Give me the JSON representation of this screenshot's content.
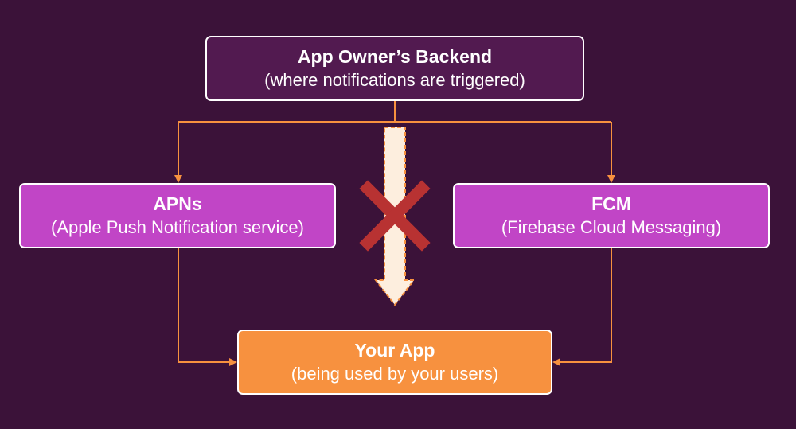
{
  "colors": {
    "background": "#3b1239",
    "backend_fill": "#521a50",
    "provider_fill": "#c145c6",
    "app_fill": "#f7913f",
    "connector": "#f7913f",
    "blocked_arrow_fill": "#fdeede",
    "blocked_arrow_border": "#f7913f",
    "cross": "#b83232"
  },
  "nodes": {
    "backend": {
      "title": "App Owner’s Backend",
      "subtitle": "(where notifications are triggered)"
    },
    "apns": {
      "title": "APNs",
      "subtitle": "(Apple Push Notification service)"
    },
    "fcm": {
      "title": "FCM",
      "subtitle": "(Firebase Cloud Messaging)"
    },
    "app": {
      "title": "Your App",
      "subtitle": "(being used by your users)"
    }
  },
  "icons": {
    "blocked_marker": "cross-icon"
  }
}
